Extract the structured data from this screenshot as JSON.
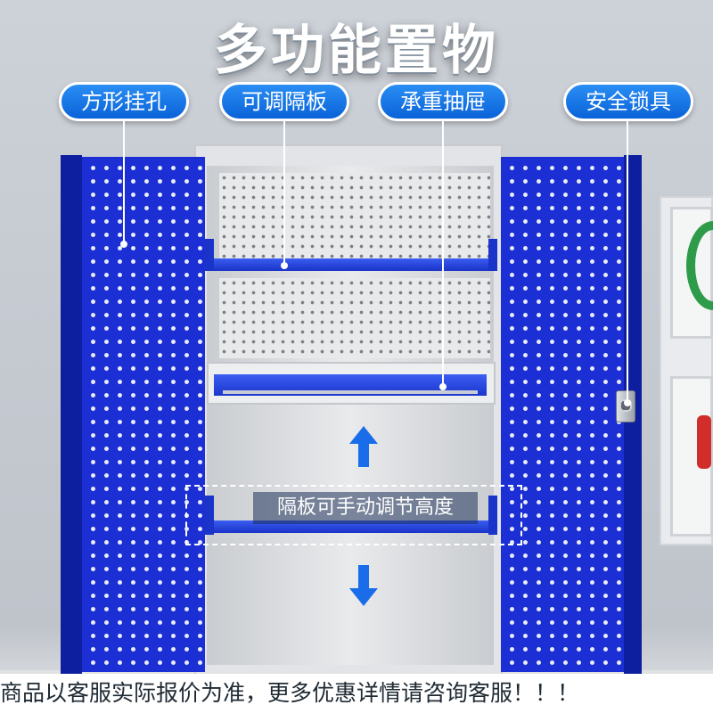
{
  "title": "多功能置物",
  "labels": {
    "square_holes": "方形挂孔",
    "adjustable_shelf": "可调隔板",
    "load_drawer": "承重抽屉",
    "safety_lock": "安全锁具"
  },
  "hint": "隔板可手动调节高度",
  "footer": "商品以客服实际报价为准，更多优惠详情请咨询客服！！！",
  "colors": {
    "cabinet_blue": "#1b2fd4",
    "label_blue": "#0a62d8",
    "body_grey": "#e2e4e7"
  },
  "icons": {
    "up": "arrow-up-icon",
    "down": "arrow-down-icon"
  }
}
